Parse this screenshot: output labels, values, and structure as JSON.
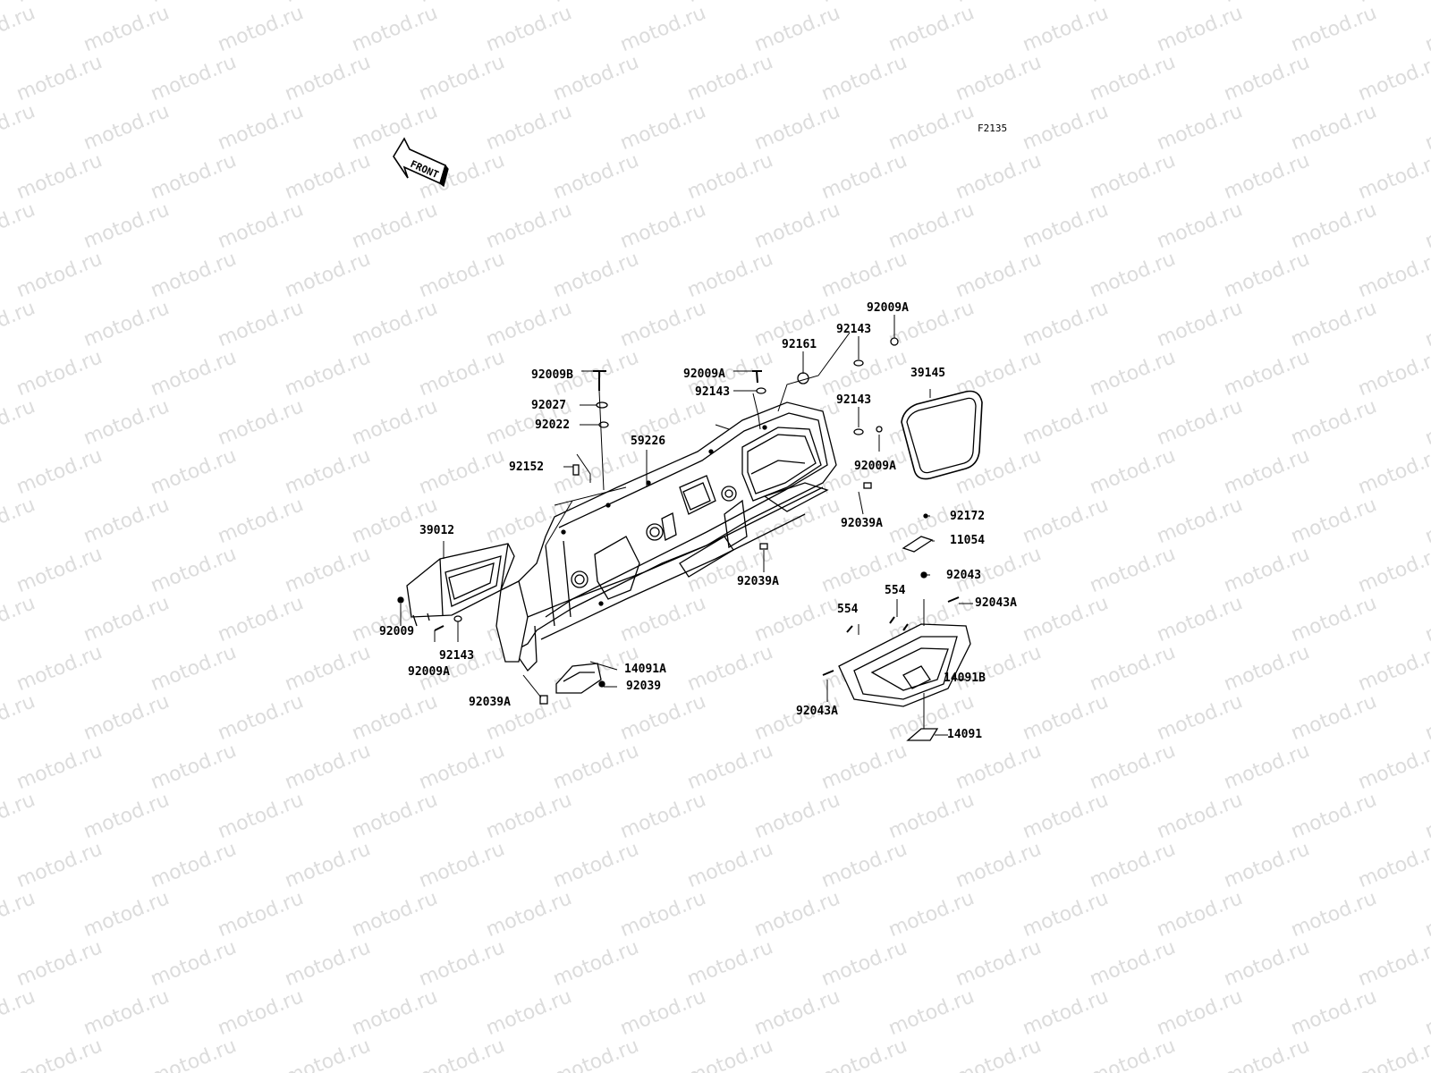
{
  "watermark": {
    "text": "motod.ru",
    "color": "#dcdcdc"
  },
  "figure_code": "F2135",
  "front_label": "FRONT",
  "parts": [
    {
      "id": "92009A",
      "label": "92009A"
    },
    {
      "id": "92143",
      "label": "92143"
    },
    {
      "id": "92161",
      "label": "92161"
    },
    {
      "id": "39145",
      "label": "39145"
    },
    {
      "id": "92009B",
      "label": "92009B"
    },
    {
      "id": "92009A",
      "label": "92009A"
    },
    {
      "id": "92143",
      "label": "92143"
    },
    {
      "id": "92143",
      "label": "92143"
    },
    {
      "id": "92027",
      "label": "92027"
    },
    {
      "id": "92022",
      "label": "92022"
    },
    {
      "id": "59226",
      "label": "59226"
    },
    {
      "id": "92152",
      "label": "92152"
    },
    {
      "id": "92009A",
      "label": "92009A"
    },
    {
      "id": "92039A",
      "label": "92039A"
    },
    {
      "id": "92172",
      "label": "92172"
    },
    {
      "id": "11054",
      "label": "11054"
    },
    {
      "id": "39012",
      "label": "39012"
    },
    {
      "id": "92039A",
      "label": "92039A"
    },
    {
      "id": "92043",
      "label": "92043"
    },
    {
      "id": "554",
      "label": "554"
    },
    {
      "id": "92043A",
      "label": "92043A"
    },
    {
      "id": "554",
      "label": "554"
    },
    {
      "id": "92009",
      "label": "92009"
    },
    {
      "id": "92143",
      "label": "92143"
    },
    {
      "id": "92009A",
      "label": "92009A"
    },
    {
      "id": "14091A",
      "label": "14091A"
    },
    {
      "id": "92039",
      "label": "92039"
    },
    {
      "id": "14091B",
      "label": "14091B"
    },
    {
      "id": "92039A",
      "label": "92039A"
    },
    {
      "id": "92043A",
      "label": "92043A"
    },
    {
      "id": "14091",
      "label": "14091"
    }
  ]
}
